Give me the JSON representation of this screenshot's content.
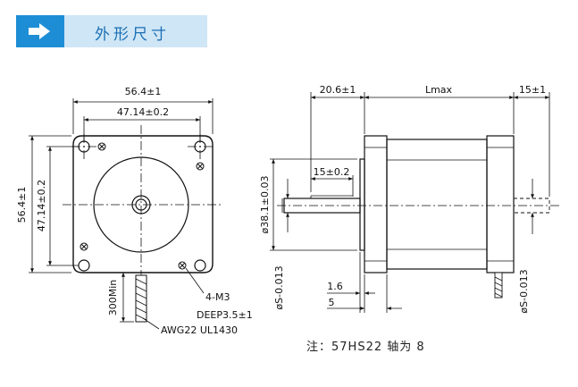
{
  "header": {
    "title": "外形尺寸",
    "arrow_icon": "arrow-right-icon",
    "bar_color": "#1d8ed6",
    "bg_color": "#cfe6f6"
  },
  "front_view": {
    "overall_width": "56.4±1",
    "hole_spacing_width": "47.14±0.2",
    "overall_height": "56.4±1",
    "hole_spacing_height": "47.14±0.2",
    "lead_length": "300Min",
    "wire_spec": "AWG22  UL1430",
    "thread_spec": "4-M3",
    "thread_depth": "DEEP3.5±1"
  },
  "side_view": {
    "boss_length": "20.6±1",
    "body_length": "Lmax",
    "rear_shaft_length": "15±1",
    "flat_length": "15±0.2",
    "boss_diameter": "ø38.1±0.03",
    "shaft_diameter": "øS-0.013",
    "rear_shaft_diameter": "øS-0.013",
    "boss_height": "1.6",
    "flange_thickness": "5"
  },
  "note": "注：57HS22 轴为 8"
}
